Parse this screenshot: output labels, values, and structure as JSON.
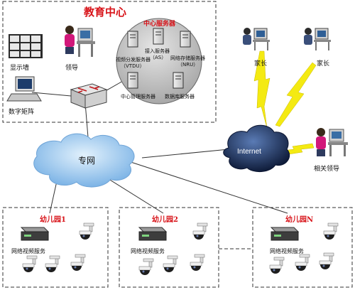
{
  "education_center": {
    "title": "教育中心",
    "display_wall_label": "显示墙",
    "leader_label": "领导",
    "matrix_label": "数字矩阵"
  },
  "server_cluster": {
    "title": "中心服务器",
    "access_server_line1": "接入服务器",
    "access_server_line2": "（AS）",
    "video_dist_line1": "视频分发服务器",
    "video_dist_line2": "（VTDU）",
    "nru_line1": "网络存储服务器",
    "nru_line2": "（NRU）",
    "mgmt_server": "中心管理服务器",
    "db_server": "数据库服务器"
  },
  "network": {
    "private_net": "专网",
    "internet": "Internet"
  },
  "remote": {
    "parent_1": "家长",
    "parent_2": "家长",
    "official": "相关领导"
  },
  "kindergartens": [
    {
      "name": "幼儿园1",
      "service": "网络视频服务"
    },
    {
      "name": "幼儿园2",
      "service": "网络视频服务"
    },
    {
      "name": "幼儿园N",
      "service": "网络视频服务"
    }
  ],
  "colors": {
    "title_red": "#d8141a",
    "lightning": "#f4ea12",
    "cloud_blue": "#9bc8ee",
    "internet_dark": "#1c2e59",
    "server_circle": "#bdbdbd"
  }
}
